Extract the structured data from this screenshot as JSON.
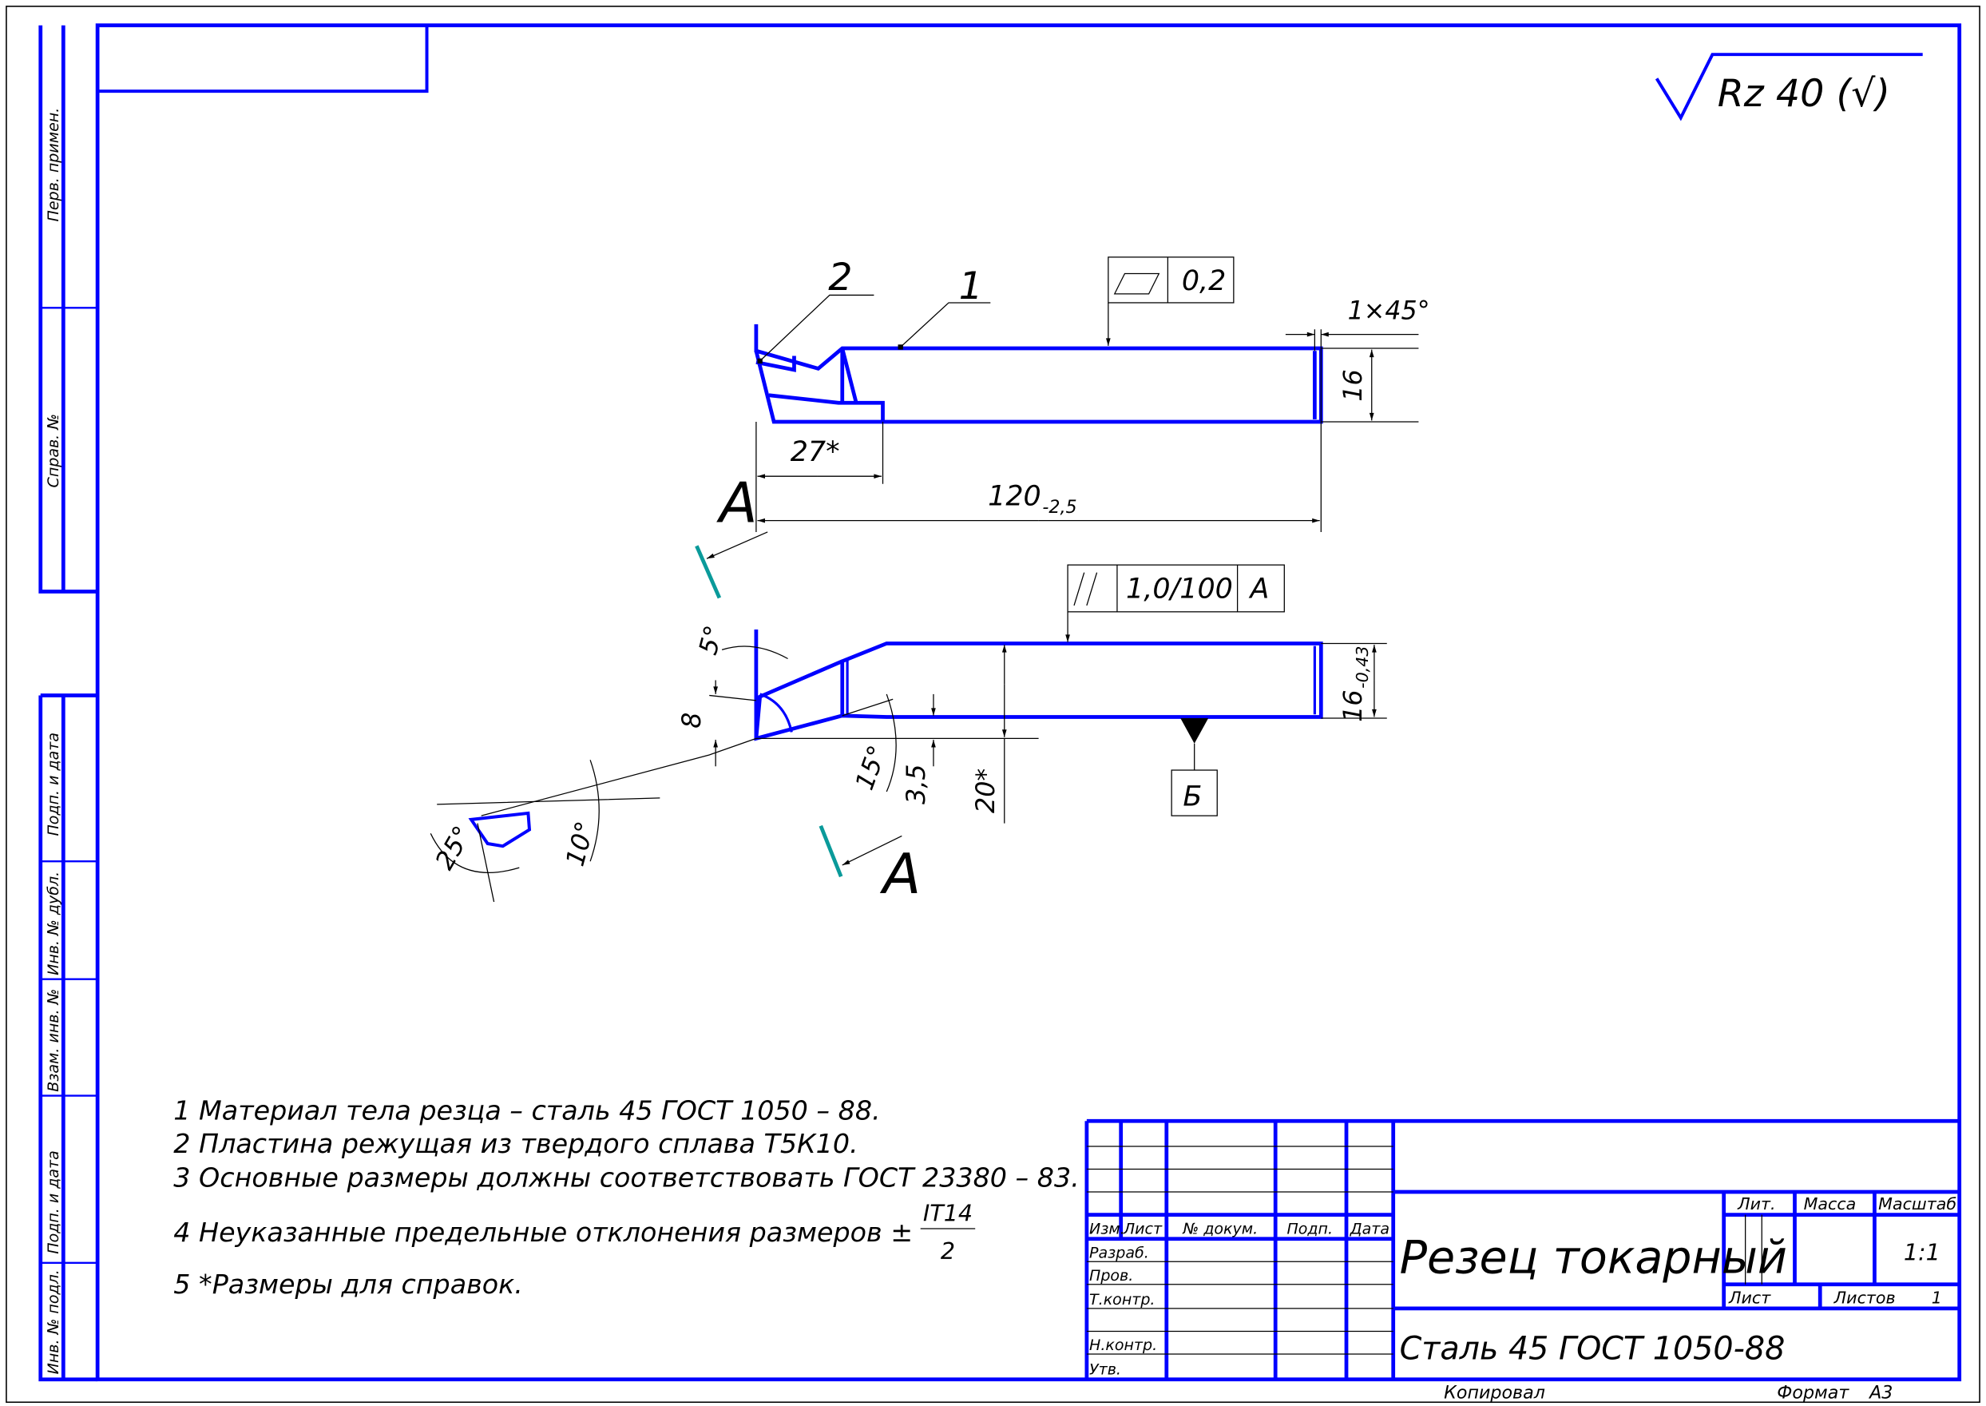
{
  "roughness": {
    "symbol": "Rz 40 (√)"
  },
  "side_labels": [
    "Перв. примен.",
    "Справ. №",
    "Подп. и дата",
    "Инв. № дубл.",
    "Взам. инв. №",
    "Подп. и дата",
    "Инв. № подл."
  ],
  "top_view": {
    "leader_1": "1",
    "leader_2": "2",
    "flatness_value": "0,2",
    "chamfer": "1×45°",
    "height_dim": "16",
    "length_27": "27*",
    "length_main": "120",
    "length_tol": "-2,5",
    "section_label": "А"
  },
  "front_view": {
    "parallel_value": "1,0/100",
    "parallel_datum": "А",
    "datum_label": "Б",
    "angle_5": "5°",
    "dim_8": "8",
    "angle_15": "15°",
    "dim_35": "3,5",
    "dim_20": "20*",
    "height_dim": "16",
    "height_tol": "-0,43",
    "angle_25": "25°",
    "angle_10": "10°",
    "section_label": "А"
  },
  "notes": [
    "1 Материал тела резца – сталь 45 ГОСТ 1050 – 88.",
    "2 Пластина режущая из твердого сплава Т5К10.",
    "3 Основные размеры должны соответствовать ГОСТ 23380 – 83.",
    "4  Неуказанные предельные отклонения размеров ±",
    "5  *Размеры для справок."
  ],
  "note4_fraction": {
    "num": "IT14",
    "den": "2"
  },
  "title_block": {
    "headers": [
      "Изм.",
      "Лист",
      "№ докум.",
      "Подп.",
      "Дата"
    ],
    "roles": [
      "Разраб.",
      "Пров.",
      "Т.контр.",
      "Н.контр.",
      "Утв."
    ],
    "title": "Резец токарный",
    "material": "Сталь 45 ГОСТ 1050-88",
    "lit": "Лит.",
    "mass": "Масса",
    "scale_label": "Масштаб",
    "scale": "1:1",
    "sheet": "Лист",
    "sheets": "Листов",
    "sheets_count": "1",
    "copied": "Копировал",
    "format_label": "Формат",
    "format": "А3"
  }
}
